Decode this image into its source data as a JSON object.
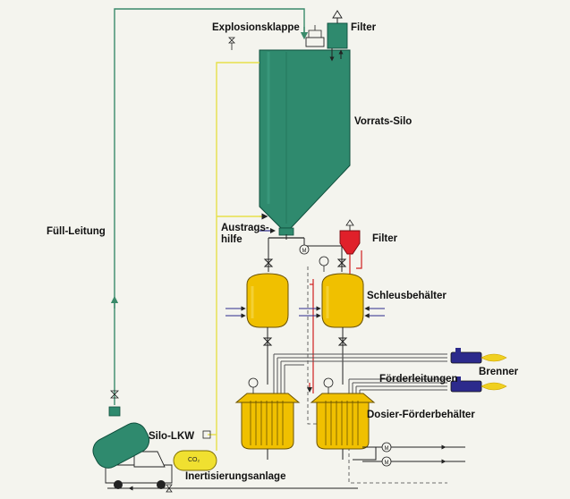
{
  "diagram": {
    "title": "Silo pneumatic conveying installation",
    "colors": {
      "background": "#f4f4ee",
      "silo": "#2f8a6e",
      "silo_outline": "#0e4e3c",
      "vessel": "#f0c000",
      "vessel_outline": "#6a5200",
      "filter_red": "#e0202a",
      "line_green": "#3a8a6a",
      "line_yellow": "#e6e04a",
      "line_dark": "#222222",
      "line_red": "#d02020",
      "burner_blue": "#2c2a8c",
      "flame": "#f0d020"
    },
    "labels": {
      "explosionsklappe": "Explosionsklappe",
      "filter_top": "Filter",
      "vorrats_silo": "Vorrats-Silo",
      "fuell_leitung": "Füll-Leitung",
      "austrags_line1": "Austrags-",
      "austrags_line2": "hilfe",
      "filter_mid": "Filter",
      "schleusbehaelter": "Schleusbehälter",
      "brenner": "Brenner",
      "foerderleitungen": "Förderleitungen",
      "dosier_foerderbehaelter": "Dosier-Förderbehälter",
      "silo_lkw": "Silo-LKW",
      "inertisierungsanlage": "Inertisierungsanlage",
      "co2_tank": "CO₂",
      "motor_symbol": "M"
    }
  }
}
